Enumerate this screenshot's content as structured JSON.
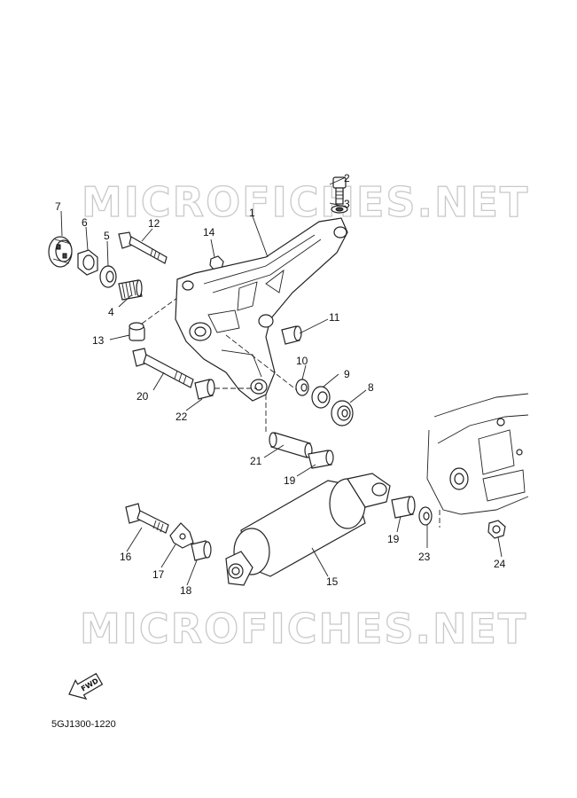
{
  "watermark": {
    "top": "MICROFICHES.NET",
    "bottom": "MICROFICHES.NET"
  },
  "fwd_label": "FWD",
  "diagram_code": "5GJ1300-1220",
  "callouts": [
    {
      "id": "c1",
      "label": "1"
    },
    {
      "id": "c2",
      "label": "2"
    },
    {
      "id": "c3",
      "label": "3"
    },
    {
      "id": "c4",
      "label": "4"
    },
    {
      "id": "c5",
      "label": "5"
    },
    {
      "id": "c6",
      "label": "6"
    },
    {
      "id": "c7",
      "label": "7"
    },
    {
      "id": "c8",
      "label": "8"
    },
    {
      "id": "c9",
      "label": "9"
    },
    {
      "id": "c10",
      "label": "10"
    },
    {
      "id": "c11",
      "label": "11"
    },
    {
      "id": "c12",
      "label": "12"
    },
    {
      "id": "c13",
      "label": "13"
    },
    {
      "id": "c14",
      "label": "14"
    },
    {
      "id": "c15",
      "label": "15"
    },
    {
      "id": "c16",
      "label": "16"
    },
    {
      "id": "c17",
      "label": "17"
    },
    {
      "id": "c18",
      "label": "18"
    },
    {
      "id": "c19a",
      "label": "19"
    },
    {
      "id": "c19b",
      "label": "19"
    },
    {
      "id": "c20",
      "label": "20"
    },
    {
      "id": "c21",
      "label": "21"
    },
    {
      "id": "c22",
      "label": "22"
    },
    {
      "id": "c23",
      "label": "23"
    },
    {
      "id": "c24",
      "label": "24"
    }
  ]
}
